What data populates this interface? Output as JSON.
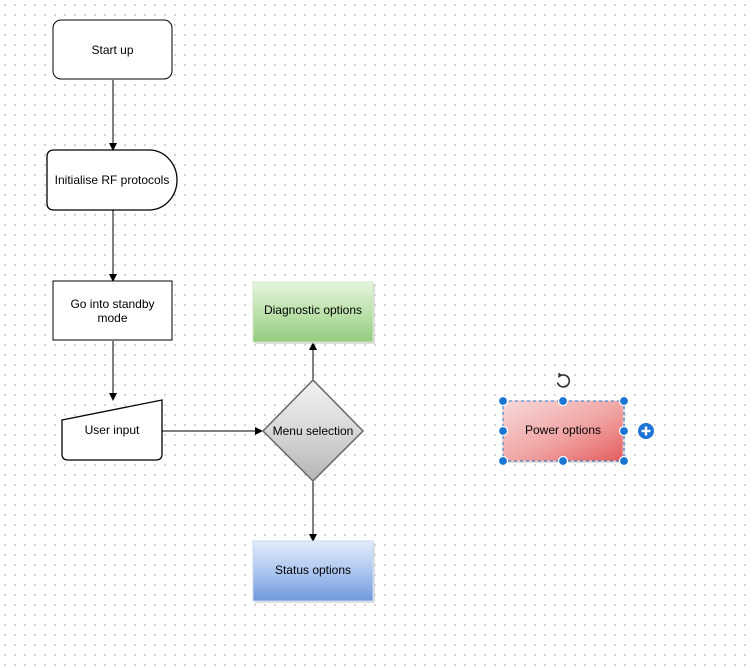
{
  "diagram": {
    "nodes": {
      "start_up": {
        "label": "Start up"
      },
      "init_rf": {
        "label": "Initialise RF protocols"
      },
      "standby": {
        "label": "Go into standby mode"
      },
      "user_input": {
        "label": "User input"
      },
      "menu_selection": {
        "label": "Menu selection"
      },
      "diagnostic": {
        "label": "Diagnostic options",
        "color": "#9fd08c"
      },
      "status": {
        "label": "Status options",
        "color": "#7aa3dd"
      },
      "power": {
        "label": "Power options",
        "color": "#e86a6a"
      }
    },
    "selection_handle_color": "#1976d2",
    "icons": {
      "rotate": "rotate-icon",
      "add": "plus-circle-icon"
    }
  }
}
